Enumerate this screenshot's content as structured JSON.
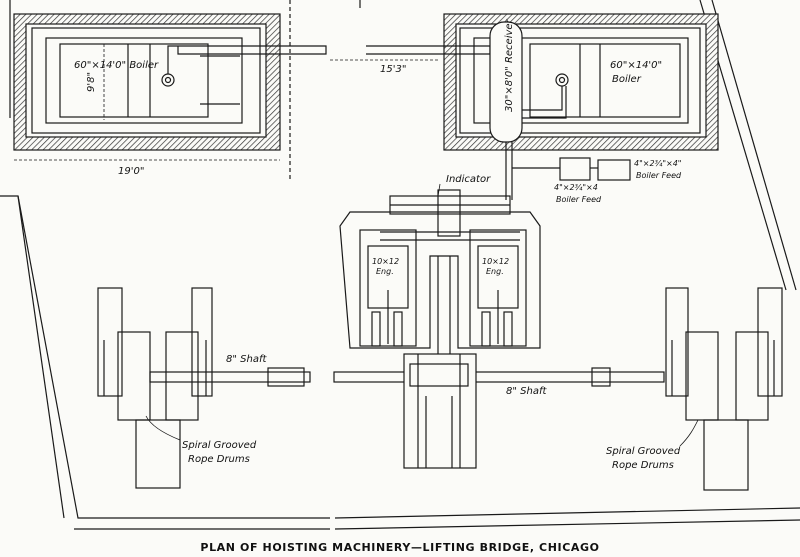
{
  "caption": "PLAN OF HOISTING MACHINERY—LIFTING BRIDGE, CHICAGO",
  "labels": {
    "boiler_left": "60\"×14'0\" Boiler",
    "boiler_right_size": "60\"×14'0\"",
    "boiler_right_name": "Boiler",
    "boiler_width_dim": "9'8\"",
    "overall_width_dim": "19'0\"",
    "spacing_dim": "15'3\"",
    "receiver": "30\"×8'0\" Receiver",
    "indicator": "Indicator",
    "pump_large_size": "4\"×2¾\"×4\"",
    "pump_large_name": "Boiler Feed",
    "pump_small_size": "4\"×2¾\"×4",
    "pump_small_name": "Boiler Feed",
    "engine_left_size": "10×12",
    "engine_left_name": "Eng.",
    "engine_right_size": "10×12",
    "engine_right_name": "Eng.",
    "shaft_left": "8\" Shaft",
    "shaft_right": "8\" Shaft",
    "drums_left_line1": "Spiral Grooved",
    "drums_left_line2": "Rope Drums",
    "drums_right_line1": "Spiral Grooved",
    "drums_right_line2": "Rope Drums"
  },
  "colors": {
    "ink": "#1a1a1a",
    "paper": "#fbfbf8"
  }
}
